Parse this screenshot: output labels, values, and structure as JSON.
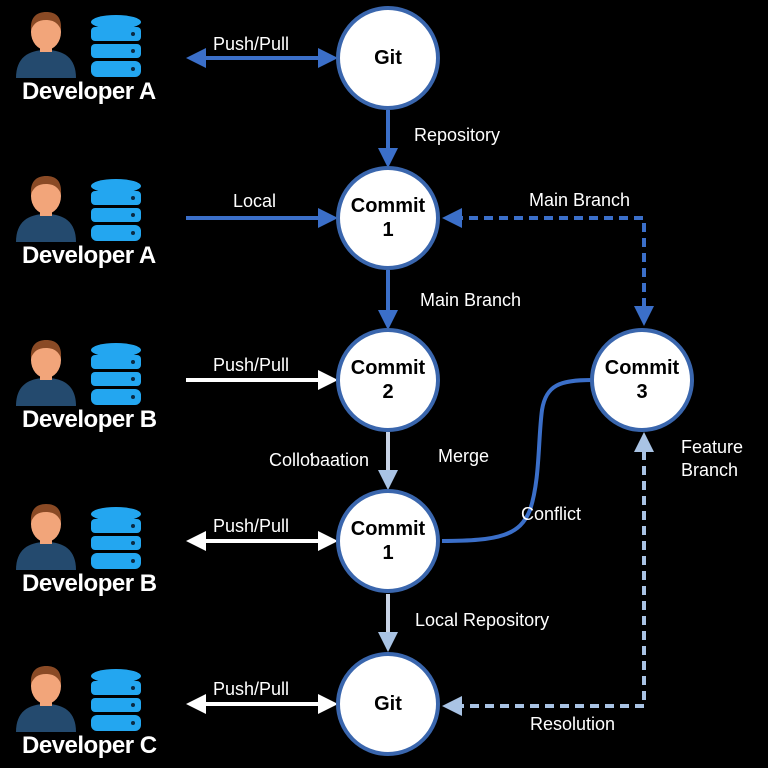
{
  "colors": {
    "background": "#000000",
    "primary_blue": "#3b6fc9",
    "light_blue": "#a9c3e4",
    "white_arrow": "#ffffff",
    "node_border": "#3a66ad",
    "db_blue": "#23a6f0",
    "person_shirt": "#244a6e",
    "person_skin": "#f2a57a",
    "person_hair": "#8a4a25"
  },
  "developers": [
    {
      "label": "Developer A",
      "icons": [
        "person-icon",
        "database-icon"
      ]
    },
    {
      "label": "Developer A",
      "icons": [
        "person-icon",
        "database-icon"
      ]
    },
    {
      "label": "Developer B",
      "icons": [
        "person-icon",
        "database-icon"
      ]
    },
    {
      "label": "Developer B",
      "icons": [
        "person-icon",
        "database-icon"
      ]
    },
    {
      "label": "Developer C",
      "icons": [
        "person-icon",
        "database-icon"
      ]
    }
  ],
  "nodes": {
    "git_top": {
      "title": "Git",
      "sub": ""
    },
    "commit1_top": {
      "title": "Commit",
      "sub": "1"
    },
    "commit2": {
      "title": "Commit",
      "sub": "2"
    },
    "commit1_bottom": {
      "title": "Commit",
      "sub": "1"
    },
    "git_bottom": {
      "title": "Git",
      "sub": ""
    },
    "commit3": {
      "title": "Commit",
      "sub": "3"
    }
  },
  "edges": [
    {
      "from": "Developer A",
      "to": "Git",
      "label": "Push/Pull",
      "style": "solid",
      "color": "blue",
      "direction": "both"
    },
    {
      "from": "Git",
      "to": "Commit 1",
      "label": "Repository",
      "style": "solid",
      "color": "blue",
      "direction": "forward"
    },
    {
      "from": "Developer A",
      "to": "Commit 1",
      "label": "Local",
      "style": "solid",
      "color": "blue",
      "direction": "forward"
    },
    {
      "from": "Commit 3",
      "to": "Commit 1",
      "label": "Main Branch",
      "style": "dashed",
      "color": "blue",
      "direction": "both"
    },
    {
      "from": "Commit 1",
      "to": "Commit 2",
      "label": "Main Branch",
      "style": "solid",
      "color": "blue",
      "direction": "forward"
    },
    {
      "from": "Developer B",
      "to": "Commit 2",
      "label": "Push/Pull",
      "style": "solid",
      "color": "white",
      "direction": "forward"
    },
    {
      "from": "Commit 2",
      "to": "Commit 1",
      "label": "Colloƅaation",
      "style": "solid",
      "color": "light",
      "direction": "forward"
    },
    {
      "from": "Commit 1",
      "to": "Commit 3",
      "label": "Conflict",
      "style": "curve",
      "color": "blue",
      "direction": "none"
    },
    {
      "from": "Developer B",
      "to": "Commit 1",
      "label": "Push/Pull",
      "style": "solid",
      "color": "white",
      "direction": "both"
    },
    {
      "from": "Commit 1",
      "to": "Git",
      "label": "Local Repository",
      "style": "solid",
      "color": "light",
      "direction": "forward"
    },
    {
      "from": "Developer C",
      "to": "Git",
      "label": "Push/Pull",
      "style": "solid",
      "color": "white",
      "direction": "both"
    },
    {
      "from": "Git",
      "to": "Commit 3",
      "label": "Resolution / Feature Branch",
      "style": "dashed",
      "color": "light",
      "direction": "both"
    }
  ],
  "labels": {
    "push_pull_a": "Push/Pull",
    "repository": "Repository",
    "local": "Local",
    "main_branch_right": "Main Branch",
    "main_branch_center": "Main Branch",
    "push_pull_b1": "Push/Pull",
    "collaboration": "Colloƅaation",
    "merge": "Merge",
    "conflict": "Conflict",
    "feature_branch_1": "Feature",
    "feature_branch_2": "Branch",
    "push_pull_b2": "Push/Pull",
    "local_repository": "Local Repository",
    "push_pull_c": "Push/Pull",
    "resolution": "Resolution"
  }
}
